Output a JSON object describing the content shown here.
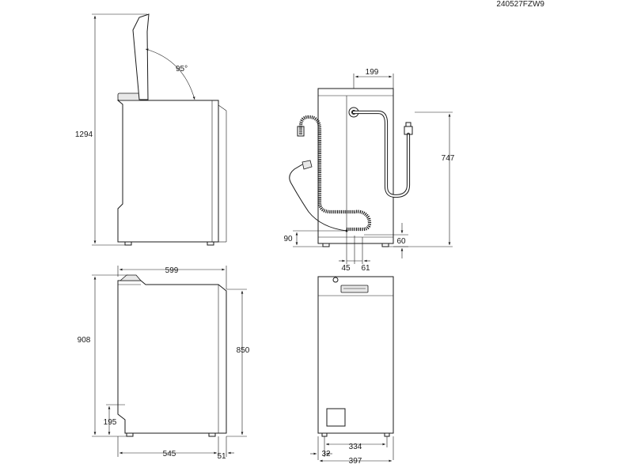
{
  "drawing_code": "240527FZW9",
  "side_view_open": {
    "height_open": "1294",
    "lid_angle": "95°"
  },
  "rear_view": {
    "hose_offset_top": "199",
    "inlet_height": "747",
    "drain_height": "90",
    "foot_height": "60",
    "drain_left": "45",
    "drain_right": "61"
  },
  "side_view_closed": {
    "depth": "599",
    "height_total": "908",
    "height_body": "850",
    "plinth_height": "195",
    "depth_body": "545",
    "depth_extra": "51"
  },
  "front_view": {
    "feet_span": "334",
    "side_offset": "32",
    "width": "397"
  }
}
